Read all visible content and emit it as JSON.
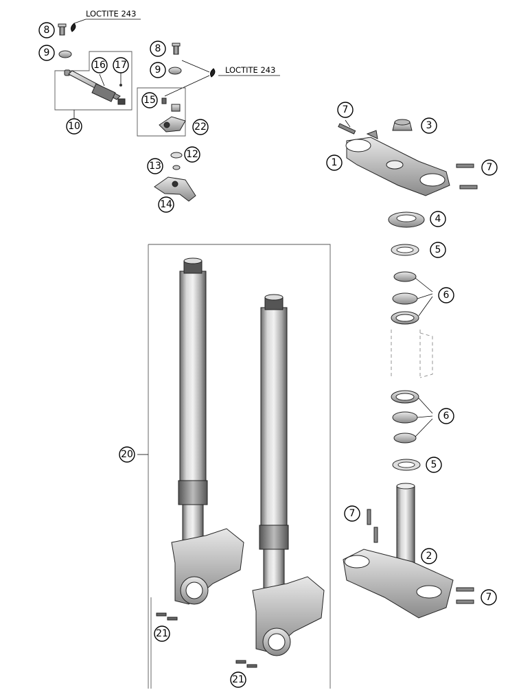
{
  "notes": {
    "loctite_1": "LOCTITE 243",
    "loctite_2": "LOCTITE 243"
  },
  "callouts": {
    "c1": "1",
    "c2": "2",
    "c3": "3",
    "c4": "4",
    "c5a": "5",
    "c5b": "5",
    "c6a": "6",
    "c6b": "6",
    "c7a": "7",
    "c7b": "7",
    "c7c": "7",
    "c7d": "7",
    "c8a": "8",
    "c8b": "8",
    "c9a": "9",
    "c9b": "9",
    "c10": "10",
    "c12": "12",
    "c13": "13",
    "c14": "14",
    "c15": "15",
    "c16": "16",
    "c17": "17",
    "c20": "20",
    "c21a": "21",
    "c21b": "21",
    "c22": "22"
  }
}
